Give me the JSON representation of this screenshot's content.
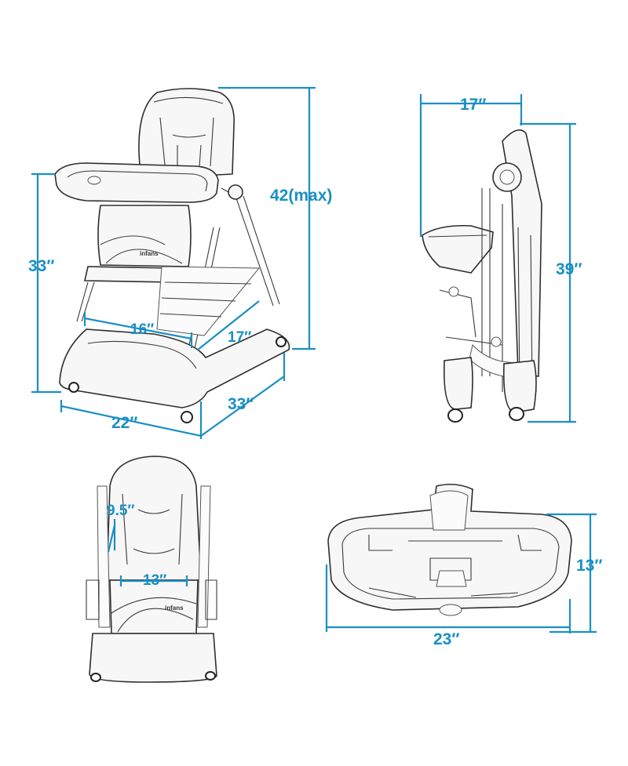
{
  "colors": {
    "dimension": "#1a8fc4",
    "outline": "#2e2e2e",
    "background": "#ffffff"
  },
  "front_view": {
    "height_max": "42(max)",
    "height": "33″",
    "width": "22″",
    "depth": "33″",
    "tray_width": "16″",
    "tray_depth": "17″"
  },
  "side_view": {
    "depth": "17″",
    "height": "39″"
  },
  "seat_view": {
    "back_height": "9.5″",
    "seat_width": "13″"
  },
  "tray_view": {
    "depth": "13″",
    "width": "23″"
  },
  "brand_label": "infans"
}
